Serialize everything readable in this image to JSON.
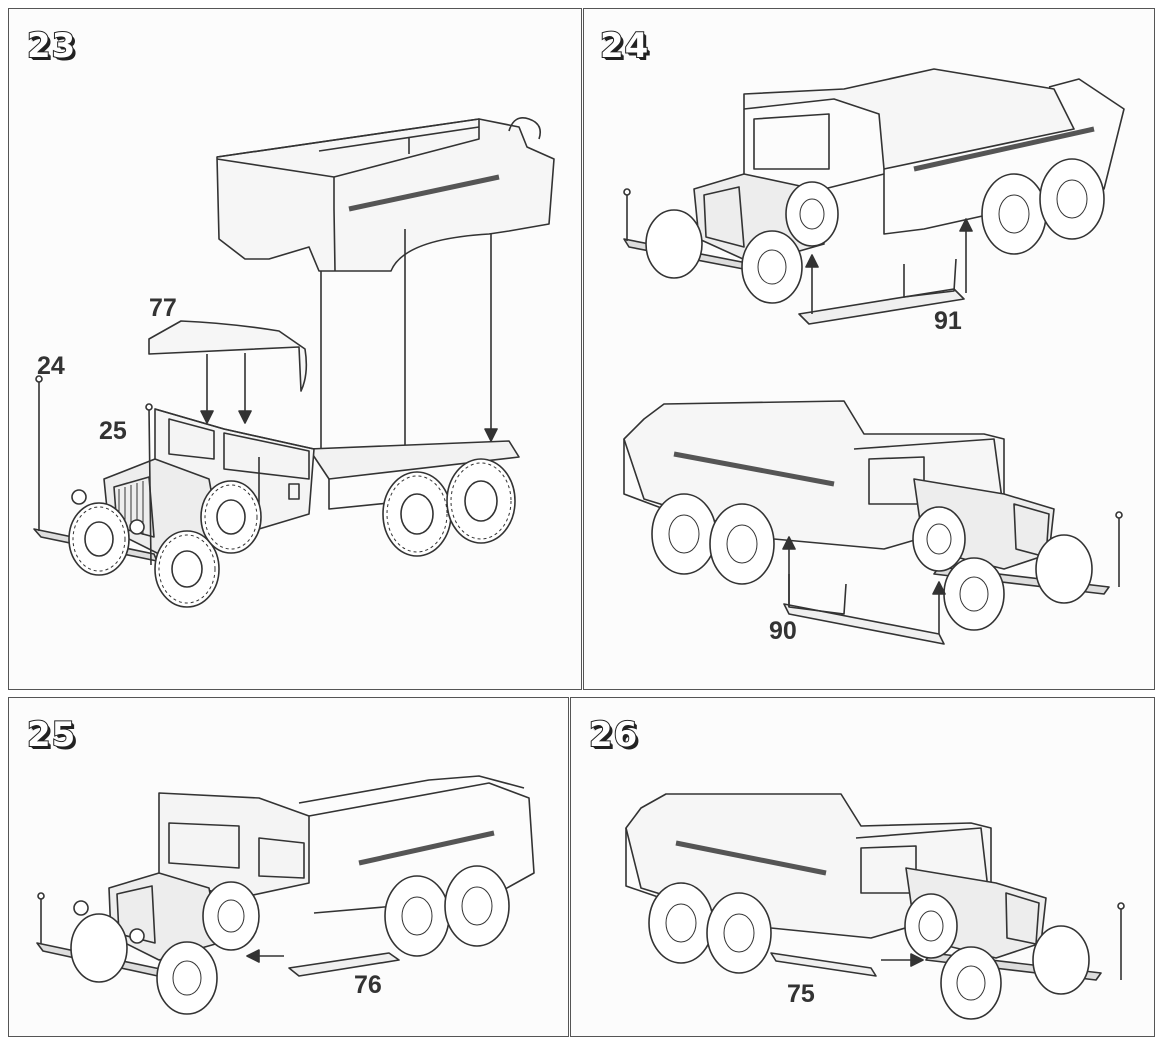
{
  "steps": [
    {
      "number": "23",
      "labels": [
        "77",
        "24",
        "25"
      ]
    },
    {
      "number": "24",
      "labels": [
        "91",
        "90"
      ]
    },
    {
      "number": "25",
      "labels": [
        "76"
      ]
    },
    {
      "number": "26",
      "labels": [
        "75"
      ]
    }
  ]
}
